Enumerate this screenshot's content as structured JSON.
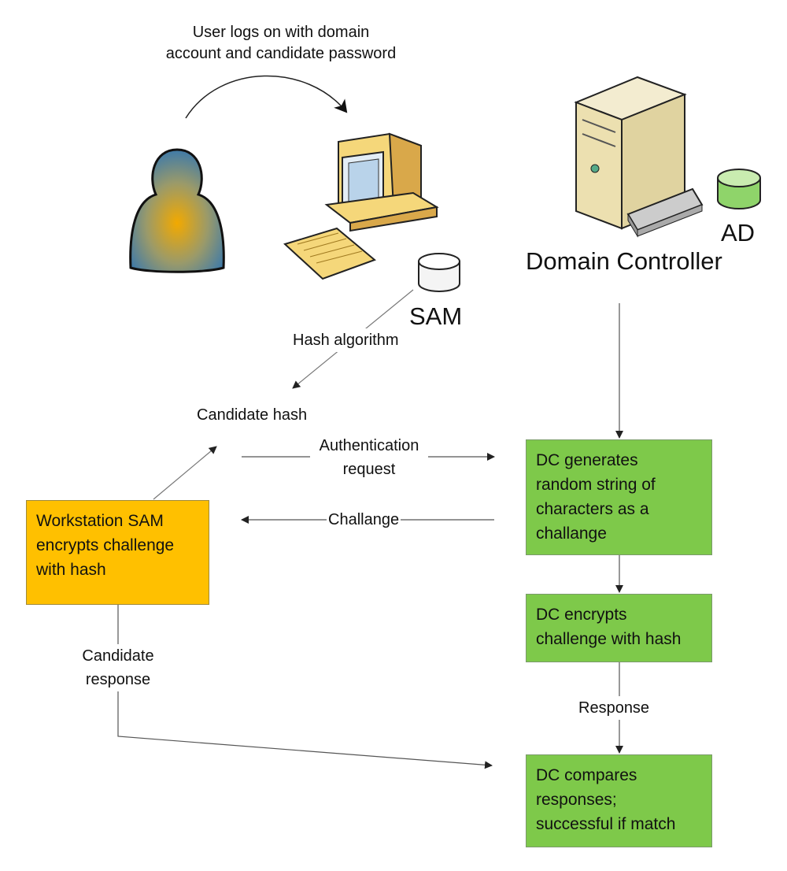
{
  "diagram": {
    "labels": {
      "user_logon": [
        "User logs on with domain",
        "account and candidate password"
      ],
      "sam": "SAM",
      "ad": "AD",
      "domain_controller": "Domain Controller",
      "hash_algorithm": "Hash algorithm",
      "candidate_hash": "Candidate hash",
      "auth_request": [
        "Authentication",
        "request"
      ],
      "challenge": "Challange",
      "candidate_response": [
        "Candidate",
        "response"
      ],
      "response": "Response"
    },
    "boxes": {
      "workstation": [
        "Workstation SAM",
        "encrypts challenge",
        "with hash"
      ],
      "dc_generates": [
        "DC generates",
        "random string of",
        "characters as a",
        "challange"
      ],
      "dc_encrypts": [
        "DC encrypts",
        "challenge with hash"
      ],
      "dc_compares": [
        "DC compares",
        "responses;",
        "successful if match"
      ]
    },
    "colors": {
      "green_box": "#7ec94a",
      "orange_box": "#ffc000",
      "background": "#ffffff"
    },
    "icons": [
      "user-icon",
      "workstation-icon",
      "keyboard-icon",
      "sam-database-icon",
      "server-icon",
      "ad-database-icon"
    ]
  }
}
